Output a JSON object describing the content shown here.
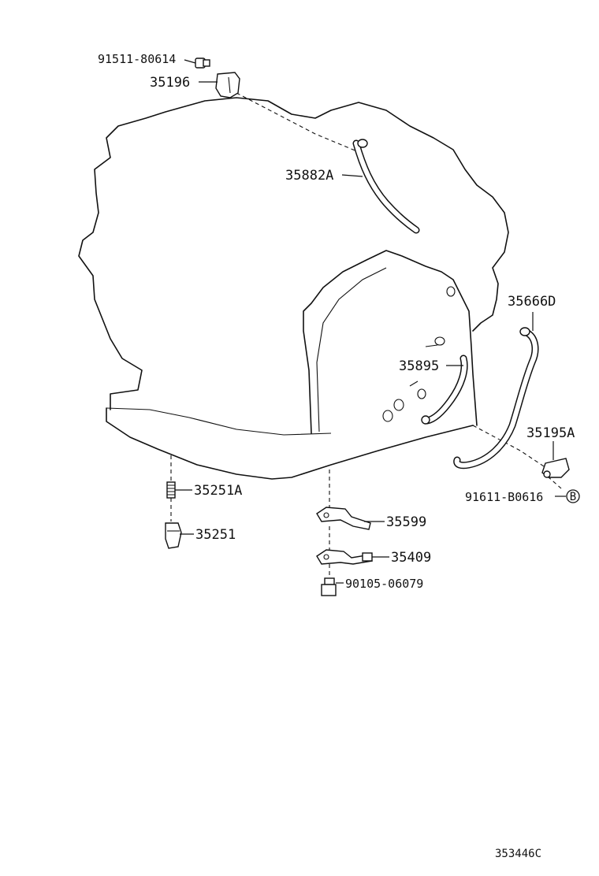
{
  "diagram_code": "353446C",
  "callout_marker": "B",
  "parts": {
    "p_91511_80614": "91511-80614",
    "p_35196": "35196",
    "p_35882A": "35882A",
    "p_35666D": "35666D",
    "p_35895": "35895",
    "p_35195A": "35195A",
    "p_91611_B0616": "91611-B0616",
    "p_35251A": "35251A",
    "p_35251": "35251",
    "p_35599": "35599",
    "p_35409": "35409",
    "p_90105_06079": "90105-06079"
  }
}
